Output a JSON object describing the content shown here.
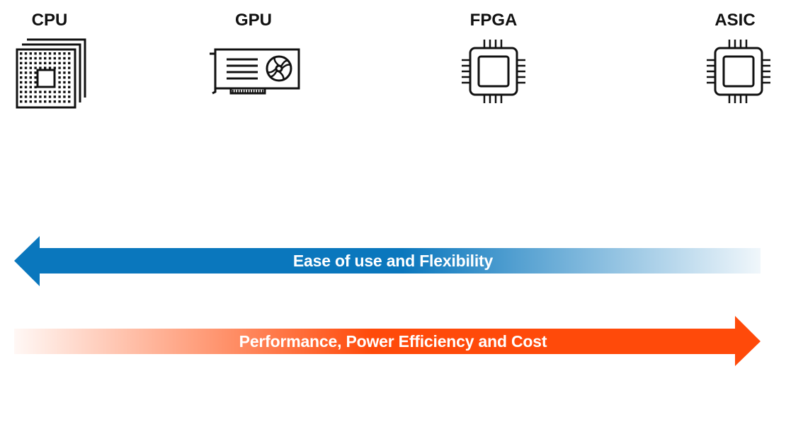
{
  "processors": [
    {
      "label": "CPU",
      "icon": "cpu-chip-icon"
    },
    {
      "label": "GPU",
      "icon": "graphics-card-icon"
    },
    {
      "label": "FPGA",
      "icon": "fpga-chip-icon"
    },
    {
      "label": "ASIC",
      "icon": "asic-chip-icon"
    }
  ],
  "arrows": {
    "flexibility": {
      "label": "Ease of use and Flexibility",
      "direction": "left",
      "color": "#0A77BD"
    },
    "performance": {
      "label": "Performance, Power Efficiency and Cost",
      "direction": "right",
      "color": "#FF4A0A"
    }
  }
}
